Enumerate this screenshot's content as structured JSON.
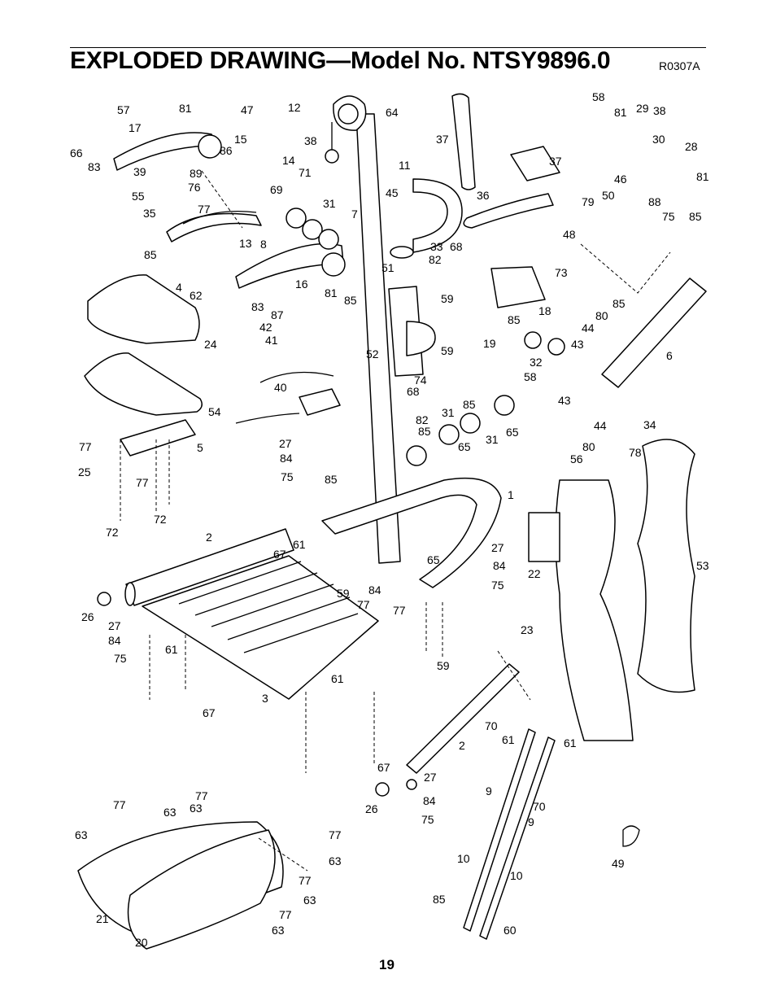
{
  "page": {
    "title": "EXPLODED DRAWING—Model No. NTSY9896.0",
    "drawing_ref": "R0307A",
    "page_number": "19"
  },
  "callouts": [
    "57",
    "81",
    "47",
    "12",
    "64",
    "58",
    "81",
    "29",
    "38",
    "17",
    "15",
    "38",
    "37",
    "30",
    "28",
    "66",
    "86",
    "14",
    "71",
    "11",
    "37",
    "83",
    "39",
    "89",
    "69",
    "45",
    "36",
    "46",
    "50",
    "88",
    "81",
    "55",
    "76",
    "31",
    "7",
    "79",
    "75",
    "85",
    "35",
    "77",
    "48",
    "13",
    "8",
    "33",
    "68",
    "85",
    "16",
    "73",
    "4",
    "62",
    "51",
    "82",
    "81",
    "85",
    "83",
    "87",
    "59",
    "18",
    "24",
    "42",
    "85",
    "80",
    "85",
    "41",
    "52",
    "19",
    "44",
    "43",
    "6",
    "59",
    "32",
    "58",
    "40",
    "74",
    "68",
    "54",
    "85",
    "43",
    "44",
    "34",
    "82",
    "31",
    "65",
    "27",
    "85",
    "65",
    "31",
    "80",
    "56",
    "84",
    "78",
    "75",
    "77",
    "5",
    "25",
    "77",
    "72",
    "72",
    "1",
    "85",
    "2",
    "61",
    "67",
    "27",
    "84",
    "75",
    "22",
    "53",
    "59",
    "84",
    "77",
    "77",
    "65",
    "26",
    "27",
    "84",
    "23",
    "75",
    "61",
    "59",
    "3",
    "61",
    "67",
    "67",
    "70",
    "61",
    "61",
    "2",
    "27",
    "26",
    "9",
    "84",
    "70",
    "9",
    "75",
    "77",
    "77",
    "63",
    "63",
    "63",
    "63",
    "77",
    "10",
    "10",
    "49",
    "77",
    "63",
    "21",
    "85",
    "60",
    "77",
    "20",
    "63"
  ]
}
